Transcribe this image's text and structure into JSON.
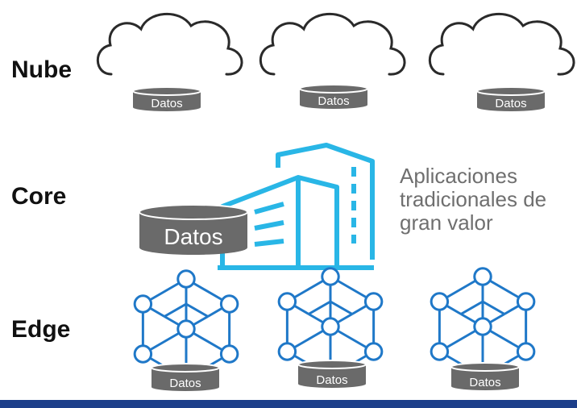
{
  "tiers": {
    "nube": "Nube",
    "core": "Core",
    "edge": "Edge"
  },
  "core_caption": [
    "Aplicaciones",
    "tradicionales de",
    "gran valor"
  ],
  "db_label": "Datos",
  "colors": {
    "building": "#29b6e6",
    "network": "#1f78c8",
    "database": "#6a6a6a",
    "cloud_outline": "#2a2a2a",
    "caption": "#6f6f6f",
    "bottom_bar": "#1d3f8a"
  },
  "icons": {
    "cloud": "cloud-icon",
    "database": "database-icon",
    "building": "building-icon",
    "network": "network-hexagon-icon"
  }
}
